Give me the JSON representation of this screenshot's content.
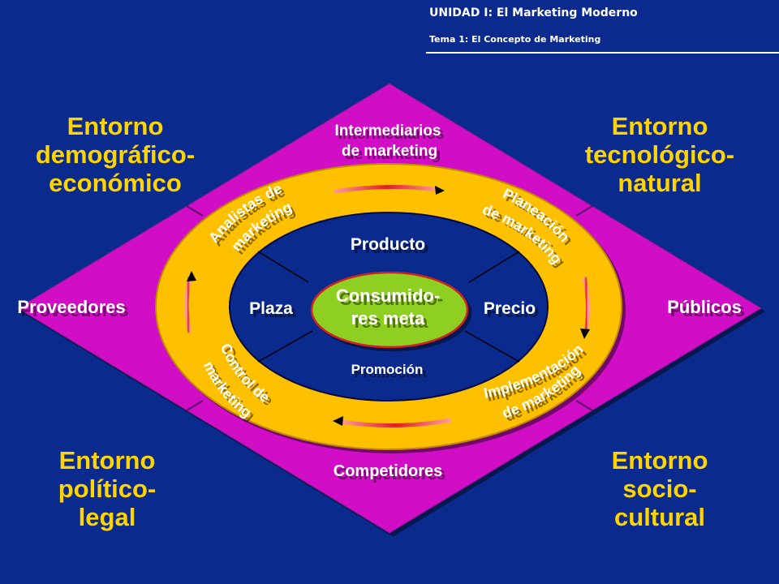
{
  "header": {
    "title": "UNIDAD I: El Marketing Moderno",
    "subtitle": "Tema 1: El Concepto de Marketing"
  },
  "corners": {
    "top_left": [
      "Entorno",
      "demográfico-",
      "económico"
    ],
    "top_right": [
      "Entorno",
      "tecnológico-",
      "natural"
    ],
    "bottom_left": [
      "Entorno",
      "político-",
      "legal"
    ],
    "bottom_right": [
      "Entorno",
      "socio-",
      "cultural"
    ]
  },
  "diamond": {
    "left": "Proveedores",
    "right": "Públicos",
    "top": [
      "Intermediarios",
      "de marketing"
    ],
    "bottom": "Competidores"
  },
  "ring": {
    "top_left": [
      "Analistas de",
      "marketing"
    ],
    "top_right": [
      "Planeación",
      "de marketing"
    ],
    "bottom_left": [
      "Control de",
      "marketing"
    ],
    "bottom_right": [
      "Implementación",
      "de marketing"
    ]
  },
  "mix": {
    "top": "Producto",
    "left": "Plaza",
    "right": "Precio",
    "bottom": "Promoción"
  },
  "center": [
    "Consumido-",
    "res meta"
  ],
  "colors": {
    "background": "#0a2a8e",
    "diamond": "#d10fc6",
    "ring": "#ffc000",
    "inner": "#0a2a8e",
    "center": "#8fcf22",
    "text_yellow": "#ffd400",
    "arrow": "#e23a3a"
  }
}
